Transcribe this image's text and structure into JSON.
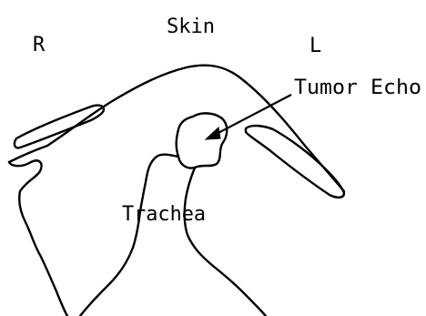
{
  "labels": {
    "skin": "Skin",
    "right": "R",
    "left": "L",
    "tumor_echo": "Tumor Echo",
    "trachea": "Trachea"
  },
  "colors": {
    "ink": "#000000",
    "background": "#ffffff"
  }
}
